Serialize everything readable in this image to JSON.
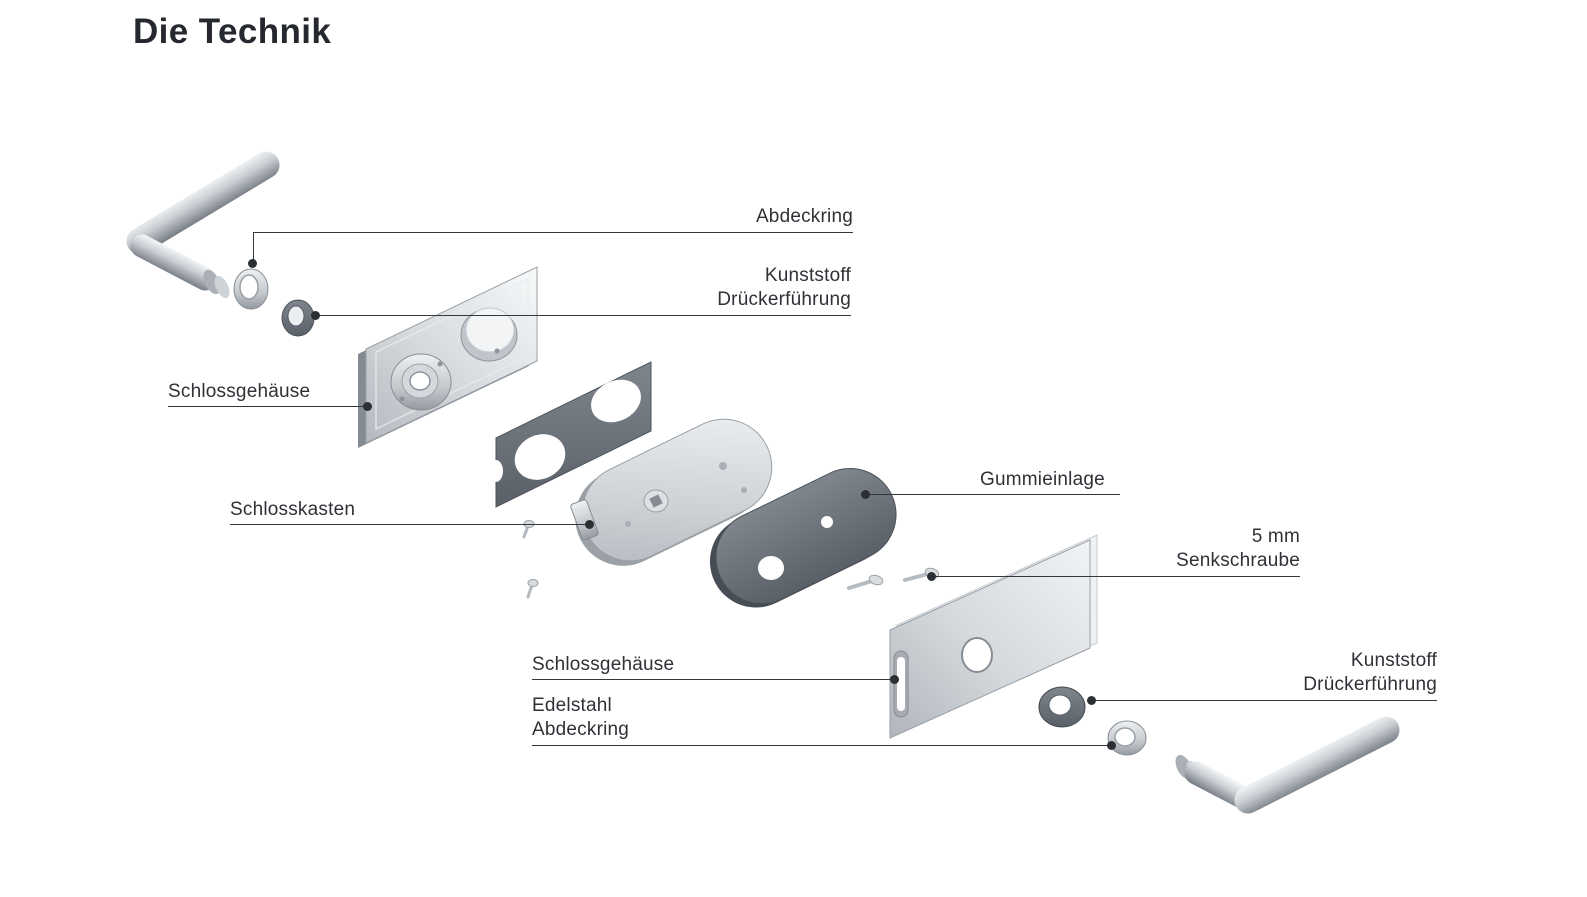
{
  "page": {
    "title": "Die Technik"
  },
  "labels": {
    "abdeckring_top": {
      "line1": "Abdeckring"
    },
    "kunststoff_top": {
      "line1": "Kunststoff",
      "line2": "Drückerführung"
    },
    "schlossgehaeuse_left": {
      "line1": "Schlossgehäuse"
    },
    "schlosskasten": {
      "line1": "Schlosskasten"
    },
    "gummieinlage": {
      "line1": "Gummieinlage"
    },
    "senkschraube": {
      "line1": "5 mm",
      "line2": "Senkschraube"
    },
    "schlossgehaeuse_bottom": {
      "line1": "Schlossgehäuse"
    },
    "edelstahl_abdeckring": {
      "line1": "Edelstahl",
      "line2": "Abdeckring"
    },
    "kunststoff_bottom": {
      "line1": "Kunststoff",
      "line2": "Drückerführung"
    }
  },
  "colors": {
    "text": "#2e3237",
    "leader_line": "#33383d",
    "metal_light": "#f4f6f7",
    "metal_mid": "#c3c9ce",
    "metal_dark": "#848a90",
    "dark_part": "#5d646b",
    "background": "#ffffff"
  }
}
